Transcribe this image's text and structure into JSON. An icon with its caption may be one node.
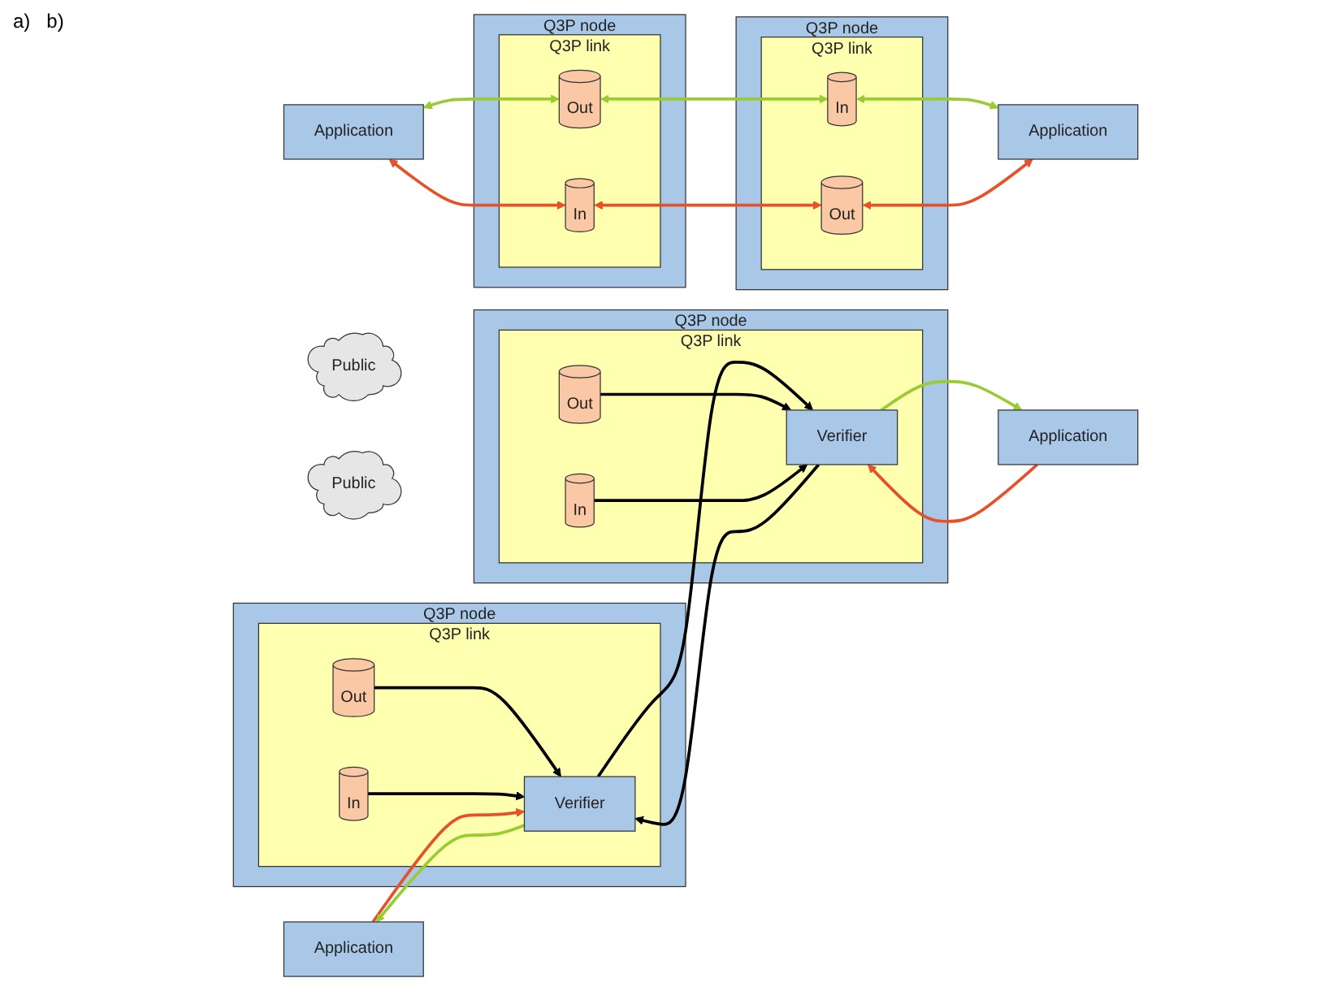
{
  "diagram": {
    "nodes": [
      {
        "text": [
          "Application"
        ]
      },
      {
        "text": [
          "Q3P node"
        ]
      },
      {
        "text": [
          "Q3P link"
        ],
        "in": 1
      },
      {
        "text": [
          "Out"
        ],
        "in": 2
      },
      {
        "text": [
          "In"
        ],
        "in": 2
      },
      {
        "text": [
          "Public"
        ]
      },
      {
        "text": [
          "Q3P node"
        ]
      },
      {
        "text": [
          "Q3P link"
        ],
        "in": 6
      },
      {
        "text": [
          "Out"
        ],
        "in": 7
      },
      {
        "text": [
          "In"
        ],
        "in": 7
      },
      {
        "text": [
          "Application"
        ]
      },
      {
        "text": [
          "Application"
        ]
      },
      {
        "text": [
          "Q3P node"
        ]
      },
      {
        "text": [
          "Q3P link"
        ],
        "in": 12
      },
      {
        "text": [
          "Out"
        ],
        "in": 13
      },
      {
        "text": [
          "In"
        ],
        "in": 13
      },
      {
        "text": [
          "Verifier"
        ],
        "in": 13
      },
      {
        "text": [
          "Public"
        ]
      },
      {
        "text": [
          "Q3P node"
        ]
      },
      {
        "text": [
          "Q3P link"
        ],
        "in": 18
      },
      {
        "text": [
          "Out"
        ],
        "in": 19
      },
      {
        "text": [
          "In"
        ],
        "in": 19
      },
      {
        "text": [
          "Verifier"
        ],
        "in": 19
      },
      {
        "text": [
          "Application"
        ]
      }
    ],
    "edges": [
      {
        "from": 0,
        "to": 3,
        "arrow": "both",
        "color": "#99cc33"
      },
      {
        "from": 3,
        "to": 9,
        "arrow": "both",
        "color": "#99cc33"
      },
      {
        "from": 9,
        "to": 10,
        "arrow": "both",
        "color": "#99cc33"
      },
      {
        "from": 0,
        "to": 4,
        "arrow": "both",
        "color": "#e8502a"
      },
      {
        "from": 4,
        "to": 8,
        "arrow": "both",
        "color": "#e8502a"
      },
      {
        "from": 8,
        "to": 10,
        "arrow": "both",
        "color": "#e8502a"
      },
      {
        "from": 14,
        "to": 16,
        "arrow": "to"
      },
      {
        "from": 15,
        "to": 16,
        "arrow": "to"
      },
      {
        "from": 11,
        "to": 16,
        "arrow": "to",
        "color": "#e8502a"
      },
      {
        "from": 16,
        "to": 11,
        "arrow": "to",
        "color": "#99cc33"
      },
      {
        "from": 16,
        "to": 22,
        "arrow": "to"
      },
      {
        "from": 22,
        "to": 16,
        "arrow": "to"
      },
      {
        "from": 20,
        "to": 22,
        "arrow": "to"
      },
      {
        "from": 21,
        "to": 22,
        "arrow": "to"
      },
      {
        "from": 23,
        "to": 22,
        "arrow": "to",
        "color": "#e8502a"
      },
      {
        "from": 22,
        "to": 23,
        "arrow": "to",
        "color": "#99cc33"
      }
    ],
    "labels": [
      "a)",
      "b)"
    ]
  }
}
